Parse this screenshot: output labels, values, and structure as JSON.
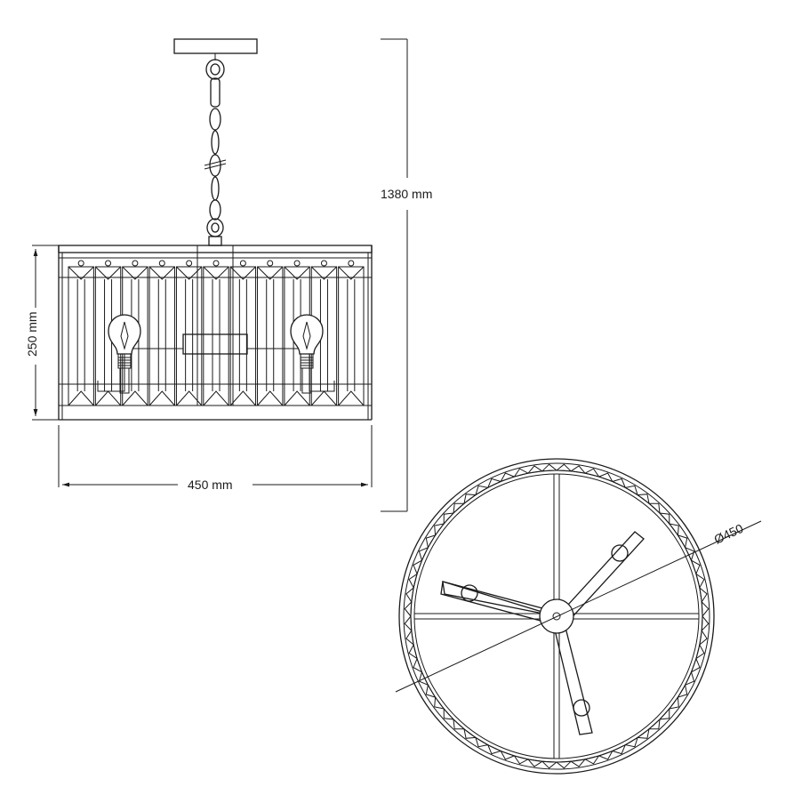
{
  "dimensions": {
    "total_height": "1380 mm",
    "shade_height": "250 mm",
    "shade_width": "450 mm",
    "diameter": "Ø450"
  },
  "side_view": {
    "prism_count": 11,
    "bulb_count": 2
  },
  "top_view": {
    "arm_count": 3,
    "frame_spokes": 4
  }
}
